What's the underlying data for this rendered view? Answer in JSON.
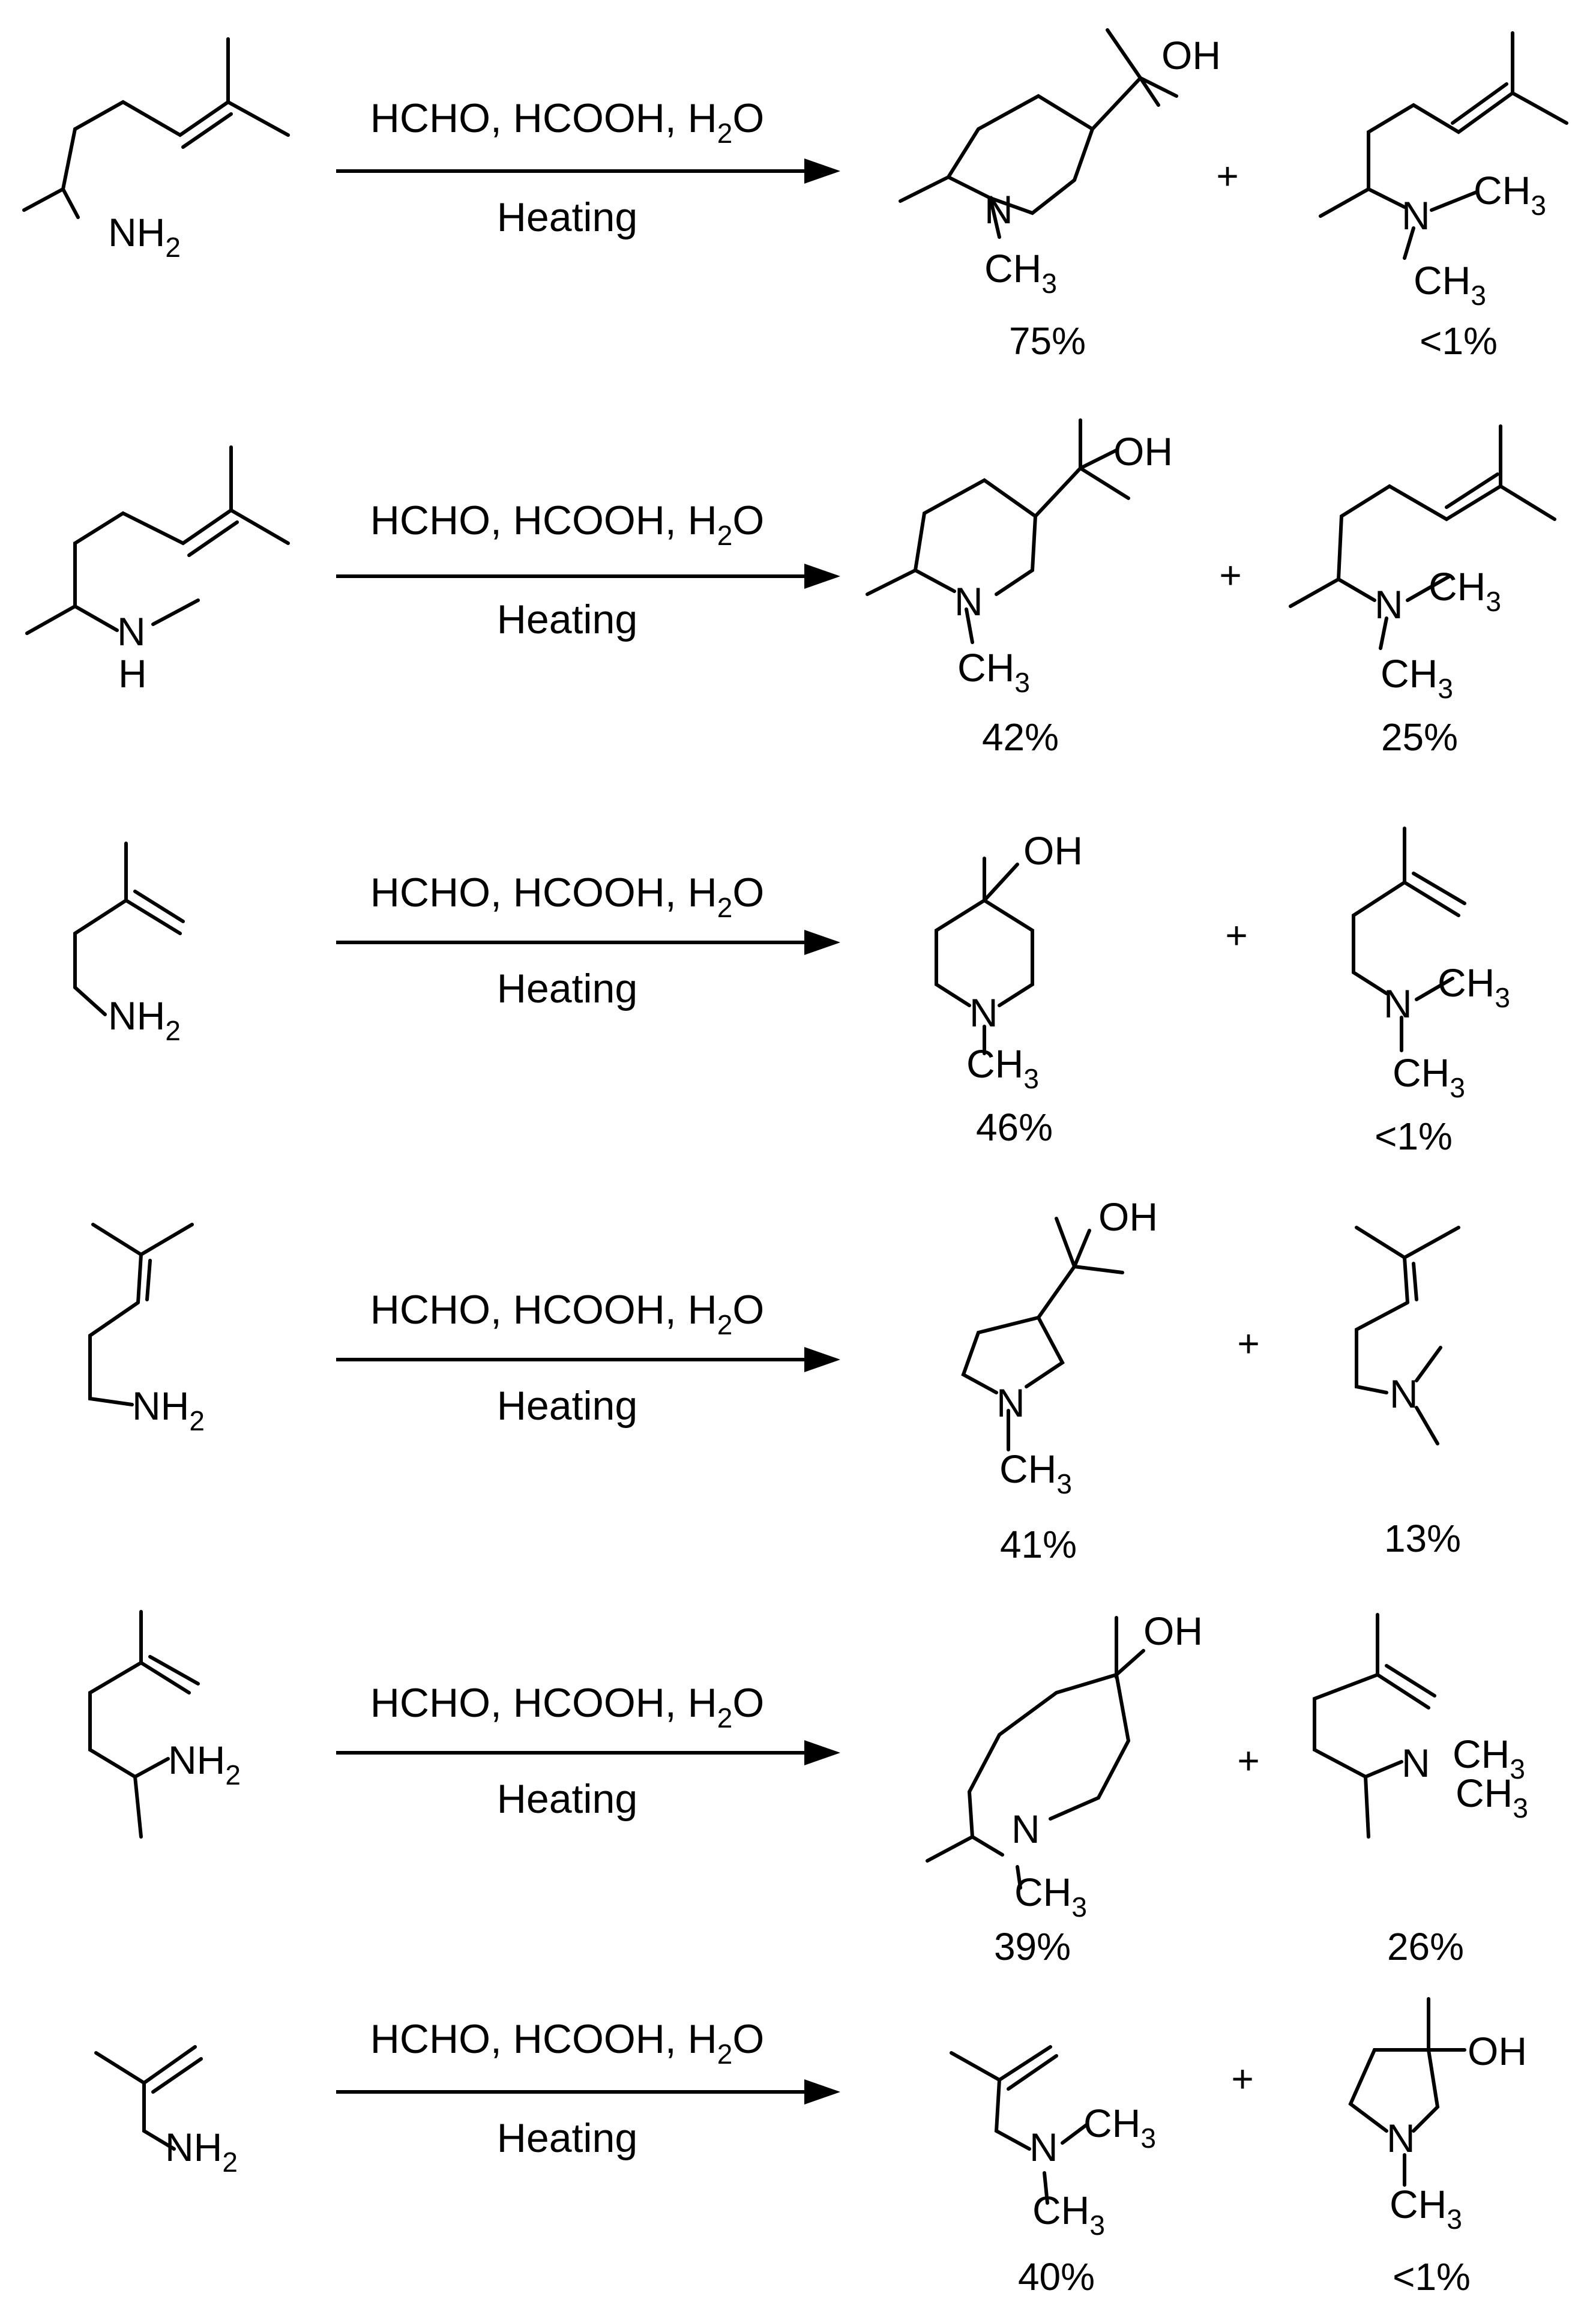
{
  "reagents": {
    "main": "HCHO, HCOOH, H",
    "sub": "2",
    "tail": "O",
    "condition": "Heating"
  },
  "plus": "+",
  "labels": {
    "nh": "NH",
    "two": "2",
    "n": "N",
    "h": "H",
    "ch": "CH",
    "three": "3",
    "oh": "OH"
  },
  "rows": [
    {
      "yield_a": "75%",
      "yield_b": "<1%"
    },
    {
      "yield_a": "42%",
      "yield_b": "25%"
    },
    {
      "yield_a": "46%",
      "yield_b": "<1%"
    },
    {
      "yield_a": "41%",
      "yield_b": "13%"
    },
    {
      "yield_a": "39%",
      "yield_b": "26%"
    },
    {
      "yield_a": "40%",
      "yield_b": "<1%"
    }
  ]
}
